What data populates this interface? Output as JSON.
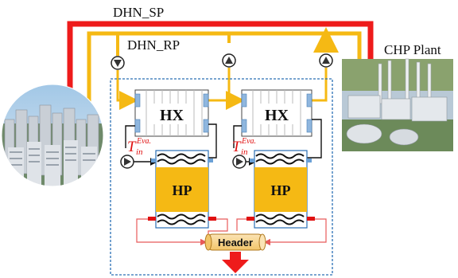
{
  "labels": {
    "supply_pipe": "DHN_SP",
    "return_pipe": "DHN_RP",
    "plant": "CHP Plant",
    "hx": "HX",
    "hp": "HP",
    "header": "Header",
    "t_symbol": "T",
    "t_sub": "in",
    "t_sup": "Eva."
  },
  "colors": {
    "supply": "#ee1b1b",
    "return": "#f5b914",
    "hp_fill": "#f5b914",
    "header_fill": "#f8d38a",
    "return_small": "#e85a5a",
    "dashed_border": "#2a6fb5",
    "pipe_black": "#111111",
    "connector": "#6aa0d6"
  },
  "icons": [
    "city-image",
    "plant-image",
    "pump-icon",
    "heat-exchanger-icon",
    "heat-pump-icon",
    "header-tank-icon",
    "down-arrow-icon"
  ]
}
